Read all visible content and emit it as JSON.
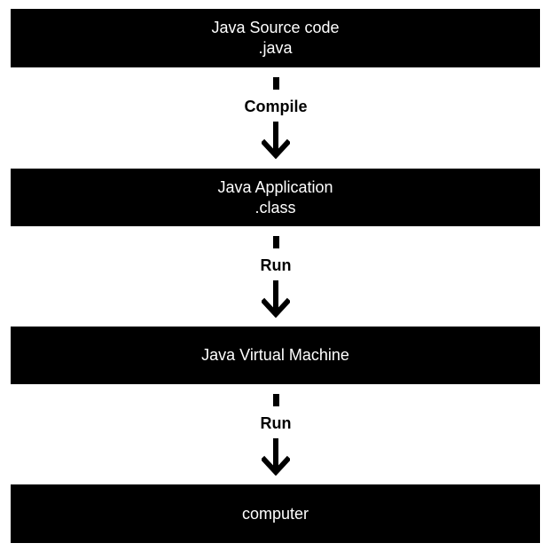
{
  "diagram": {
    "nodes": [
      {
        "line1": "Java Source code",
        "line2": ".java"
      },
      {
        "line1": "Java Application",
        "line2": ".class"
      },
      {
        "line1": "Java Virtual Machine",
        "line2": ""
      },
      {
        "line1": "computer",
        "line2": ""
      }
    ],
    "edges": [
      {
        "label": "Compile"
      },
      {
        "label": "Run"
      },
      {
        "label": "Run"
      }
    ],
    "colors": {
      "box_fill": "#000000",
      "box_text": "#ffffff",
      "arrow": "#000000",
      "background": "#ffffff"
    }
  }
}
